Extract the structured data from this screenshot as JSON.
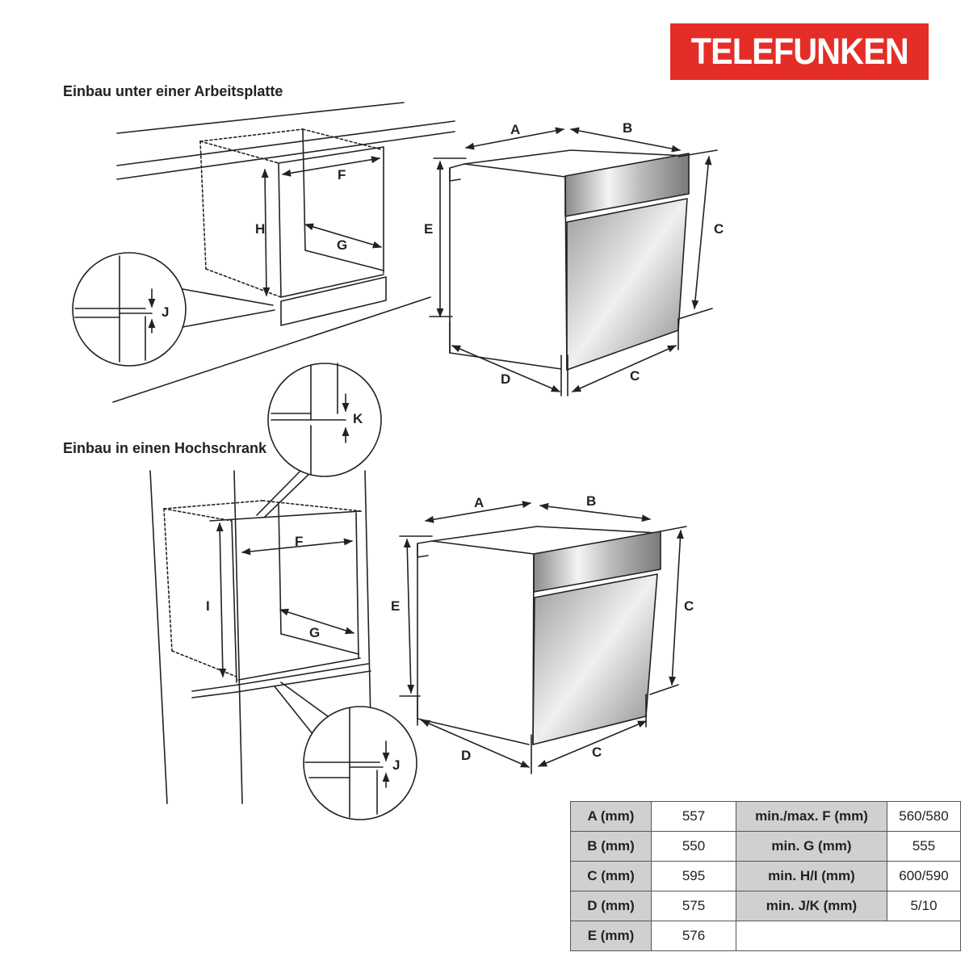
{
  "brand": "TELEFUNKEN",
  "colors": {
    "brand_red": "#e52d27",
    "line": "#222222",
    "table_label_bg": "#d0d0d0"
  },
  "sections": {
    "under_counter": "Einbau unter einer Arbeitsplatte",
    "tall_cabinet": "Einbau in einen Hochschrank"
  },
  "diagram_labels": {
    "A": "A",
    "B": "B",
    "C": "C",
    "D": "D",
    "E": "E",
    "F": "F",
    "G": "G",
    "H": "H",
    "I": "I",
    "J": "J",
    "K": "K"
  },
  "table": {
    "rows": [
      {
        "label": "A (mm)",
        "value": "557",
        "label2": "min./max. F (mm)",
        "value2": "560/580"
      },
      {
        "label": "B (mm)",
        "value": "550",
        "label2": "min. G (mm)",
        "value2": "555"
      },
      {
        "label": "C (mm)",
        "value": "595",
        "label2": "min. H/I (mm)",
        "value2": "600/590"
      },
      {
        "label": "D (mm)",
        "value": "575",
        "label2": "min. J/K (mm)",
        "value2": "5/10"
      },
      {
        "label": "E (mm)",
        "value": "576",
        "label2": "",
        "value2": ""
      }
    ]
  }
}
